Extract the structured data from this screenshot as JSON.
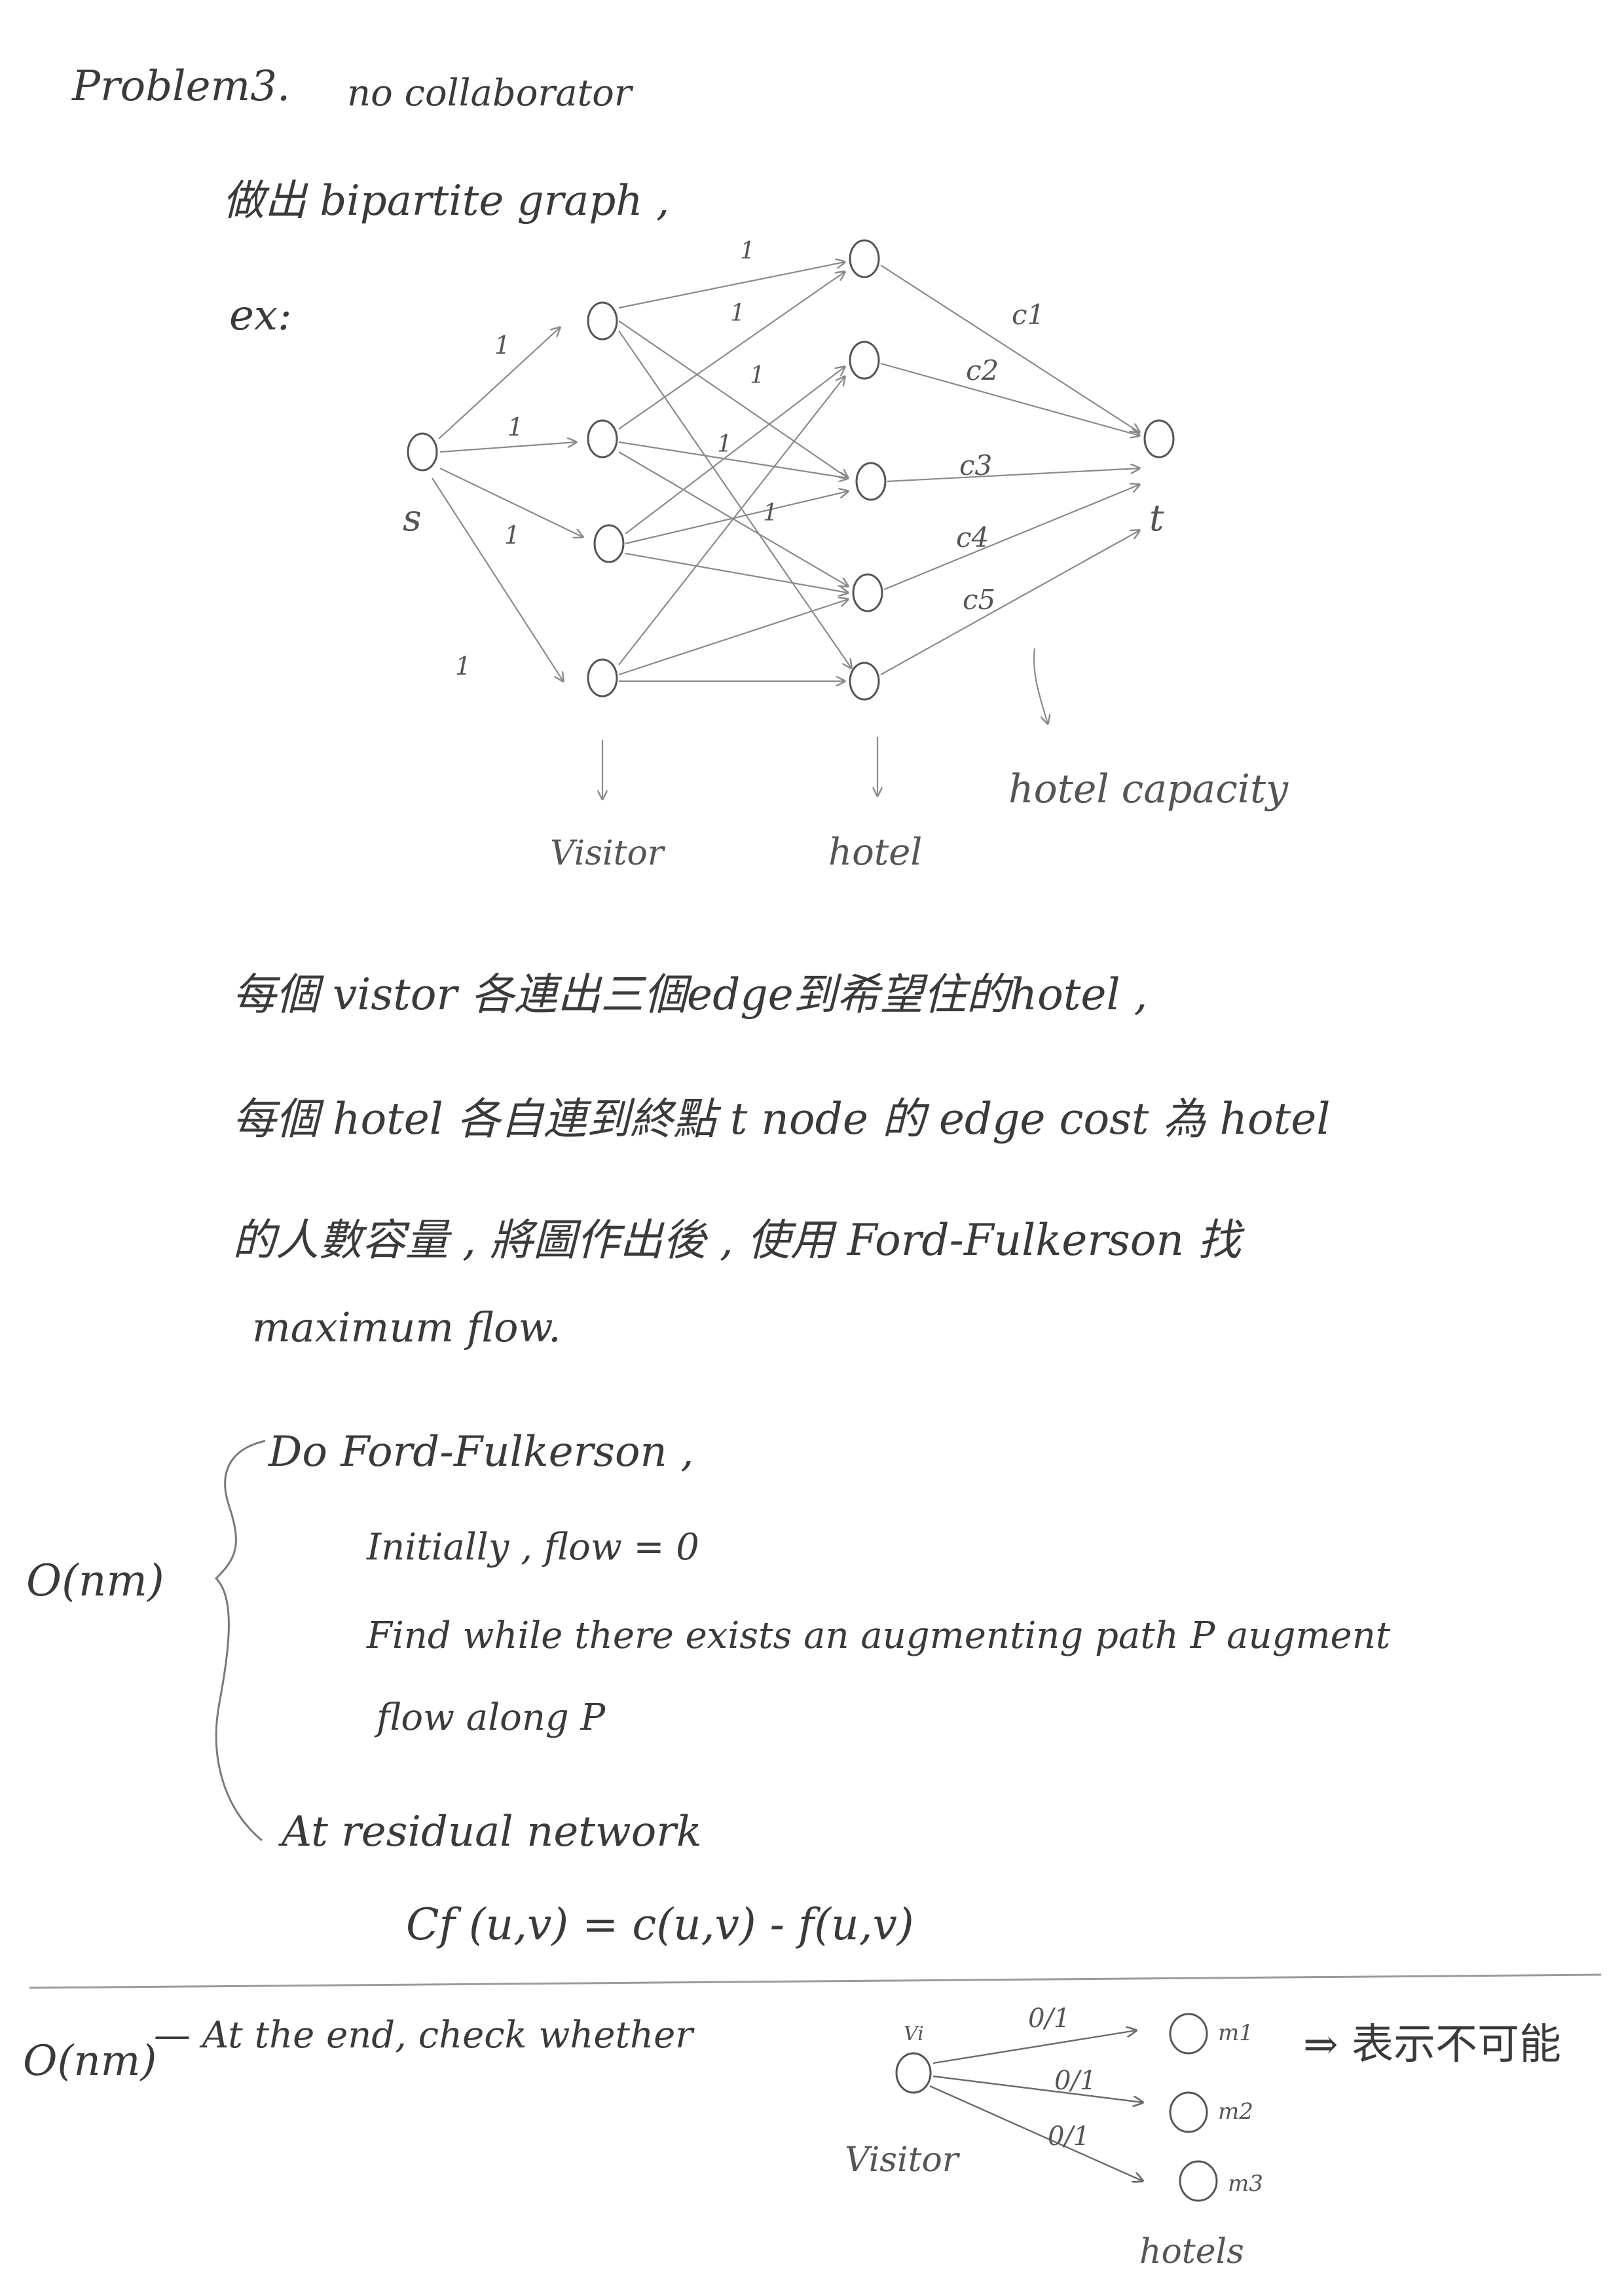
{
  "header": {
    "problem": "Problem3.",
    "collaborator": "no collaborator"
  },
  "intro": "做出 bipartite graph ,",
  "example_label": "ex:",
  "graph": {
    "source_label": "s",
    "sink_label": "t",
    "visitor_edge_weights": [
      "1",
      "1",
      "1",
      "1"
    ],
    "hotel_edge_weights": [
      "1",
      "1",
      "1",
      "1",
      "1"
    ],
    "capacity_labels": [
      "c1",
      "c2",
      "c3",
      "c4",
      "c5"
    ],
    "annotations": {
      "visitor": "Visitor",
      "hotel": "hotel",
      "capacity": "hotel capacity"
    }
  },
  "paragraph": {
    "line1": "每個 vistor 各連出三個edge到希望住的hotel ,",
    "line2": "每個 hotel 各自連到終點 t node 的 edge cost 為 hotel",
    "line3": "的人數容量 , 將圖作出後 , 使用 Ford-Fulkerson 找",
    "line4": "maximum flow."
  },
  "algorithm": {
    "complexity": "O(nm)",
    "line1": "Do  Ford-Fulkerson ,",
    "line2": "Initially ,  flow = 0",
    "line3": "Find while there exists an augmenting path P augment",
    "line4": "flow  along  P",
    "line5": "At  residual  network",
    "formula": "Cf (u,v) = c(u,v) - f(u,v)"
  },
  "check": {
    "complexity": "O(nm)",
    "text": "— At the end, check whether",
    "visitor_node": "Vi",
    "flow_labels": [
      "0/1",
      "0/1",
      "0/1"
    ],
    "hotel_nodes": [
      "m1",
      "m2",
      "m3"
    ],
    "visitor_caption": "Visitor",
    "hotels_caption": "hotels",
    "conclusion": "⇒ 表示不可能"
  },
  "colors": {
    "pencil": "#444444",
    "light_pencil": "#8a8a8a",
    "paper": "#ffffff"
  }
}
